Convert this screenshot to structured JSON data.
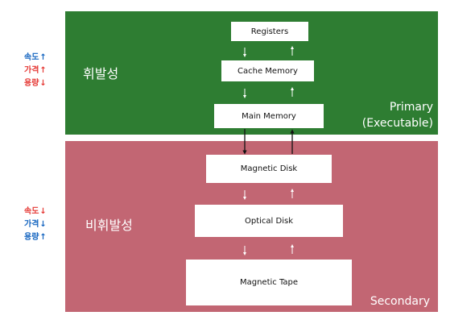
{
  "colors": {
    "primary_bg": "#2e7d32",
    "secondary_bg": "#c26673",
    "up_blue": "#1565c0",
    "down_red": "#e53935"
  },
  "hierarchy": {
    "registers": "Registers",
    "cache": "Cache Memory",
    "main": "Main Memory",
    "disk": "Magnetic Disk",
    "optical": "Optical Disk",
    "tape": "Magnetic Tape"
  },
  "regions": {
    "volatile": "휘발성",
    "nonvolatile": "비휘발성",
    "primary_line1": "Primary",
    "primary_line2": "(Executable)",
    "secondary": "Secondary"
  },
  "legend_top": [
    {
      "label": "속도",
      "arrow": "↑",
      "color": "#1565c0"
    },
    {
      "label": "가격",
      "arrow": "↑",
      "color": "#e53935"
    },
    {
      "label": "용량",
      "arrow": "↓",
      "color": "#e53935"
    }
  ],
  "legend_bottom": [
    {
      "label": "속도",
      "arrow": "↓",
      "color": "#e53935"
    },
    {
      "label": "가격",
      "arrow": "↓",
      "color": "#1565c0"
    },
    {
      "label": "용량",
      "arrow": "↑",
      "color": "#1565c0"
    }
  ]
}
